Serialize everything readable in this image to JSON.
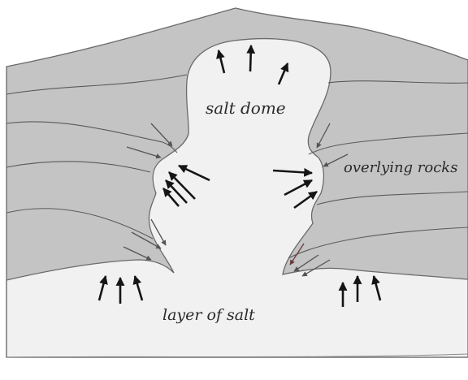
{
  "labels": {
    "dome": "salt dome",
    "overlying": "overlying rocks",
    "salt_layer": "layer of salt"
  },
  "colors": {
    "rock": "#c4c4c4",
    "salt": "#f1f1f1",
    "stroke": "#6a6a6a",
    "arrow_dark": "#151515",
    "arrow_gray": "#545454",
    "arrow_red": "#6a3a3a"
  },
  "icons": {
    "push_arrow": "arrow-up-icon"
  }
}
